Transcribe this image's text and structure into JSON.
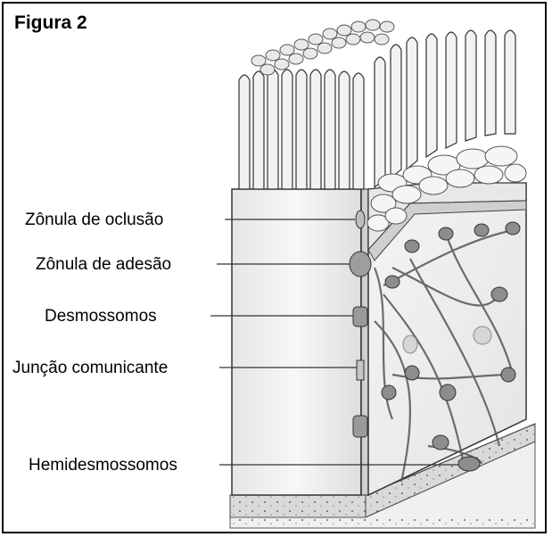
{
  "figure": {
    "title": "Figura 2",
    "labels": [
      "Zônula de oclusão",
      "Zônula de adesão",
      "Desmossomos",
      "Junção comunicante",
      "Hemidesmossomos"
    ]
  }
}
